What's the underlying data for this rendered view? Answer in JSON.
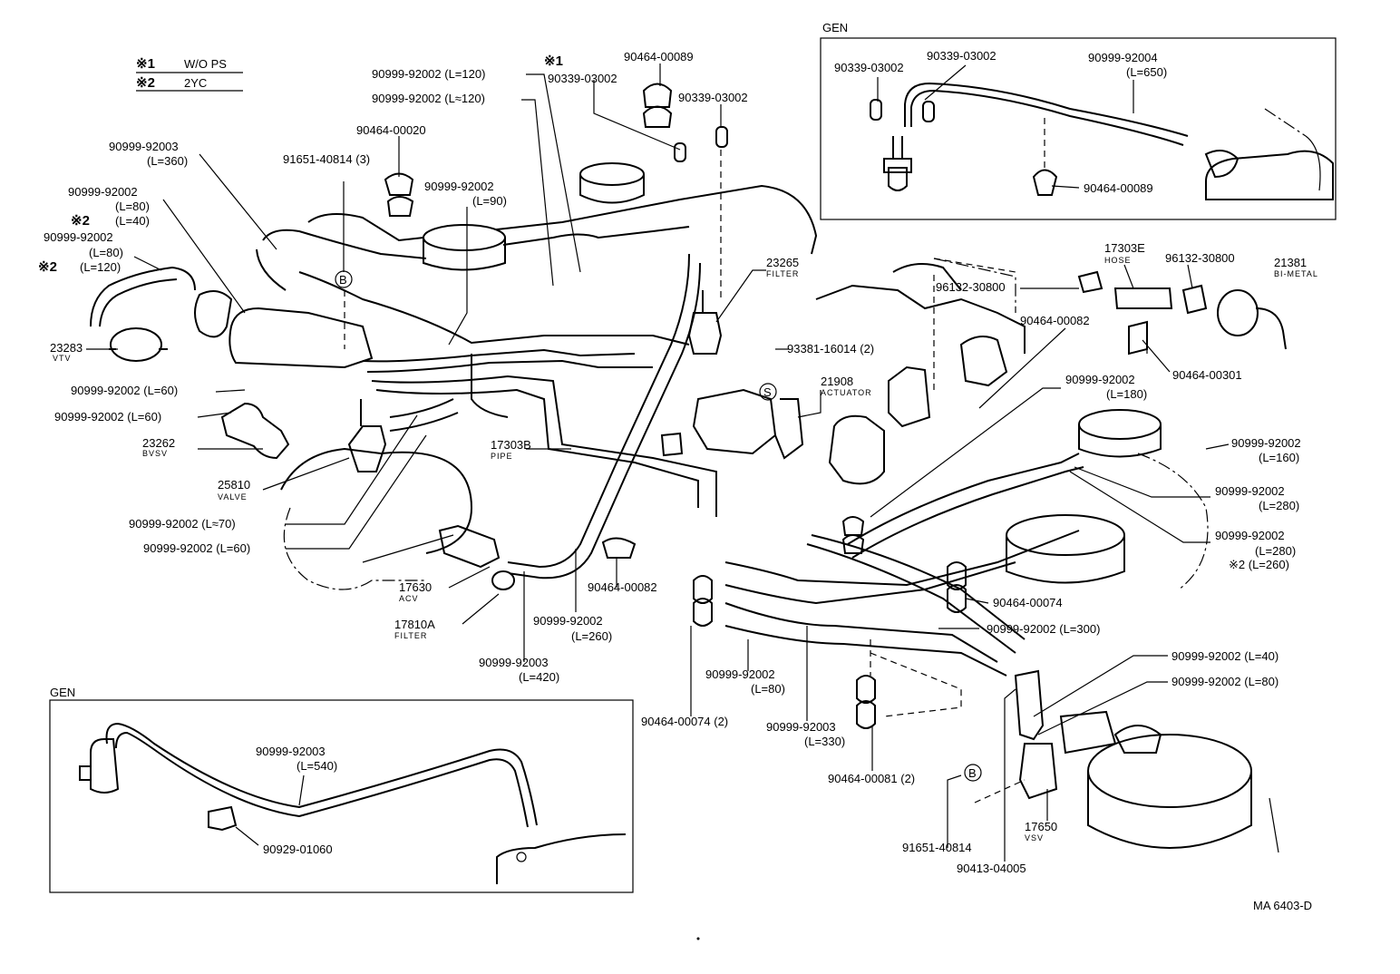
{
  "legend": {
    "n1_mark": "※1",
    "n1_text": "W/O PS",
    "n2_mark": "※2",
    "n2_text": "2YC"
  },
  "boxes": {
    "top_right_title": "GEN",
    "bottom_left_title": "GEN"
  },
  "labels": {
    "l01": "90999-92002 (L=120)",
    "l02": "90999-92002 (L≈120)",
    "l03": "※1",
    "l04": "90339-03002",
    "l05": "90464-00089",
    "l06": "90339-03002",
    "l07": "90464-00020",
    "l08": "90999-92003",
    "l09": "(L=360)",
    "l10": "91651-40814 (3)",
    "l11": "90999-92002",
    "l12": "(L=90)",
    "l13": "90999-92002",
    "l14": "(L=80)",
    "l15": "※2",
    "l16": "(L=40)",
    "l17": "90999-92002",
    "l18": "(L=80)",
    "l19": "※2",
    "l20": "(L=120)",
    "l21": "23283",
    "l22": "VTV",
    "l23": "90999-92002 (L=60)",
    "l24": "90999-92002 (L=60)",
    "l25": "23262",
    "l26": "BVSV",
    "l27": "25810",
    "l28": "VALVE",
    "l29": "90999-92002 (L≈70)",
    "l30": "90999-92002 (L=60)",
    "l31": "17630",
    "l32": "ACV",
    "l33": "17810A",
    "l34": "FILTER",
    "l35": "90999-92003",
    "l36": "(L=420)",
    "l37": "90999-92002",
    "l38": "(L=260)",
    "l39": "90464-00082",
    "l40": "17303B",
    "l41": "PIPE",
    "l42": "23265",
    "l43": "FILTER",
    "l44": "93381-16014 (2)",
    "l45": "21908",
    "l46": "ACTUATOR",
    "l47": "96132-30800",
    "l48": "17303E",
    "l49": "HOSE",
    "l50": "96132-30800",
    "l51": "21381",
    "l52": "BI-METAL",
    "l53": "90464-00082",
    "l54": "90464-00301",
    "l55": "90999-92002",
    "l56": "(L=180)",
    "l57": "90999-92002",
    "l58": "(L=160)",
    "l59": "90999-92002",
    "l60": "(L=280)",
    "l61": "90999-92002",
    "l62": "(L=280)",
    "l63": "※2 (L=260)",
    "l64": "90464-00074",
    "l65": "90999-92002 (L=300)",
    "l66": "90999-92002 (L=40)",
    "l67": "90999-92002 (L=80)",
    "l68": "90999-92002",
    "l69": "(L=80)",
    "l70": "90464-00074 (2)",
    "l71": "90999-92003",
    "l72": "(L=330)",
    "l73": "90464-00081 (2)",
    "l74": "91651-40814",
    "l75": "17650",
    "l76": "VSV",
    "l77": "90413-04005",
    "l78": "90339-03002",
    "l79": "90339-03002",
    "l80": "90999-92004",
    "l81": "(L=650)",
    "l82": "90464-00089",
    "l83": "90999-92003",
    "l84": "(L=540)",
    "l85": "90929-01060",
    "l86": "MA 6403-D"
  },
  "markers": {
    "b1": "B",
    "b2": "B",
    "s1": "S"
  }
}
